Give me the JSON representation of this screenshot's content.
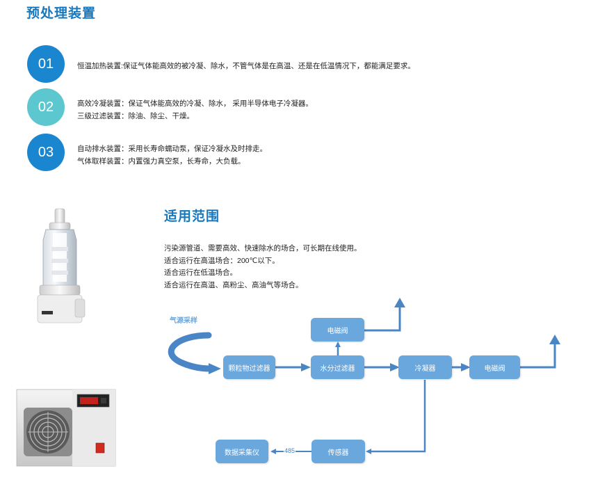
{
  "header": {
    "title": "预处理装置"
  },
  "steps": [
    {
      "num": "01",
      "lines": [
        "恒温加热装置:保证气体能高效的被冷凝、除水，不管气体是在高温、还是在低温情况下，都能满足要求。"
      ],
      "color": "#1a86d0"
    },
    {
      "num": "02",
      "lines": [
        "高效冷凝装置：保证气体能高效的冷凝、除水， 采用半导体电子冷凝器。",
        "三级过滤装置：除油、除尘、干燥。"
      ],
      "color": "#5cc7cf"
    },
    {
      "num": "03",
      "lines": [
        "自动排水装置：采用长寿命蠕动泵，保证冷凝水及时排走。",
        "气体取样装置：内置强力真空泵，长寿命，大负载。"
      ],
      "color": "#1a86d0"
    }
  ],
  "scope": {
    "title": "适用范围",
    "lines": [
      "污染源管道、需要高效、快速除水的场合，可长期在线使用。",
      "适合运行在高温场合：200℃以下。",
      "适合运行在低温场合。",
      "适合运行在高温、高粉尘、高油气等场合。"
    ]
  },
  "flow": {
    "sample_label": "气源采样",
    "boxes": {
      "particle_filter": "颗粒物过滤器",
      "water_filter": "水分过滤器",
      "condenser": "冷凝器",
      "valve_top": "电磁阀",
      "valve_right": "电磁阀",
      "sensor": "传感器",
      "collector": "数据采集仪"
    },
    "signal_label": "485"
  },
  "colors": {
    "accent": "#1778bf",
    "box": "#6aa7dd",
    "arrow": "#4a86c5"
  }
}
